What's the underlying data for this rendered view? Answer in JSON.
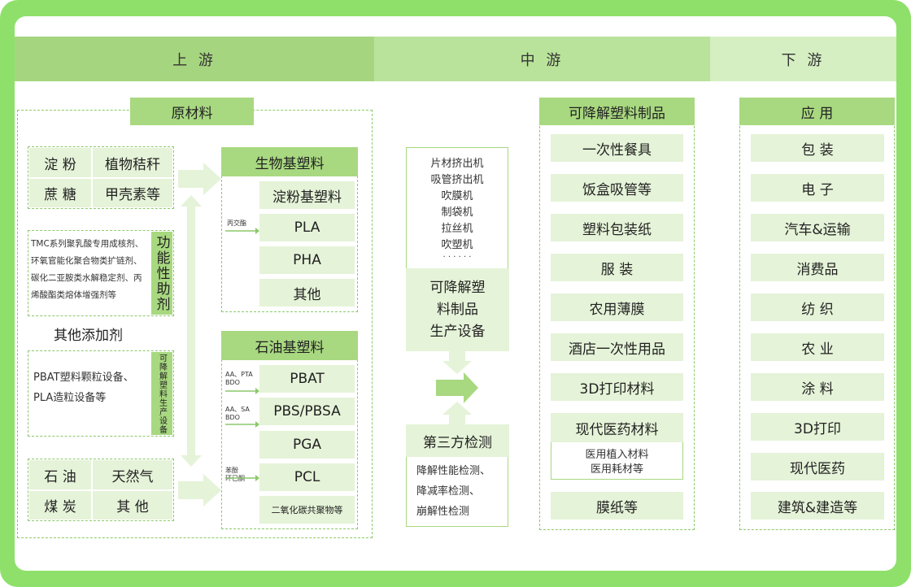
{
  "headers": {
    "upstream": "上 游",
    "midstream": "中 游",
    "downstream": "下 游"
  },
  "raw_materials": {
    "title": "原材料",
    "grid1": [
      "淀 粉",
      "植物秸秆",
      "蔗 糖",
      "甲壳素等"
    ],
    "additives_desc": "TMC系列聚乳酸专用成核剂、环氧官能化聚合物类扩链剂、碳化二亚胺类水解稳定剂、丙烯酸酯类熔体增强剂等",
    "additives_label": "功能性助剂",
    "other_additives": "其他添加剂",
    "equipment_desc": "PBAT塑料颗粒设备、PLA造粒设备等",
    "equipment_label": "可降解塑料生产设备",
    "grid2": [
      "石 油",
      "天然气",
      "煤 炭",
      "其 他"
    ]
  },
  "bio_plastics": {
    "title": "生物基塑料",
    "items": [
      "淀粉基塑料",
      "PLA",
      "PHA",
      "其他"
    ],
    "arrow_label": "丙交酯"
  },
  "petro_plastics": {
    "title": "石油基塑料",
    "items": [
      "PBAT",
      "PBS/PBSA",
      "PGA",
      "PCL",
      "二氧化碳共聚物等"
    ],
    "arrow_labels": [
      "AA、PTA\nBDO",
      "AA、SA\nBDO",
      "苯酚\n环已酮"
    ]
  },
  "equipment_list": {
    "items": [
      "片材挤出机",
      "吸管挤出机",
      "吹膜机",
      "制袋机",
      "拉丝机",
      "吹塑机",
      "· · · · · ·"
    ],
    "label": "可降解塑\n料制品\n生产设备"
  },
  "testing": {
    "title": "第三方检测",
    "items": [
      "降解性能检测、",
      "降减率检测、",
      "崩解性检测"
    ]
  },
  "products": {
    "title": "可降解塑料制品",
    "items": [
      "一次性餐具",
      "饭盒吸管等",
      "塑料包装纸",
      "服 装",
      "农用薄膜",
      "酒店一次性用品",
      "3D打印材料"
    ],
    "medical_title": "现代医药材料",
    "medical_sub": [
      "医用植入材料",
      "医用耗材等"
    ],
    "last": "膜纸等"
  },
  "applications": {
    "title": "应 用",
    "items": [
      "包 装",
      "电 子",
      "汽车&运输",
      "消费品",
      "纺 织",
      "农 业",
      "涂 料",
      "3D打印",
      "现代医药",
      "建筑&建造等"
    ]
  },
  "colors": {
    "border": "#8fe06a",
    "header_up": "#a6d57f",
    "header_mid": "#b9e39a",
    "header_down": "#d5efc2",
    "cell": "#e5f3d8",
    "accent": "#a8d880"
  }
}
